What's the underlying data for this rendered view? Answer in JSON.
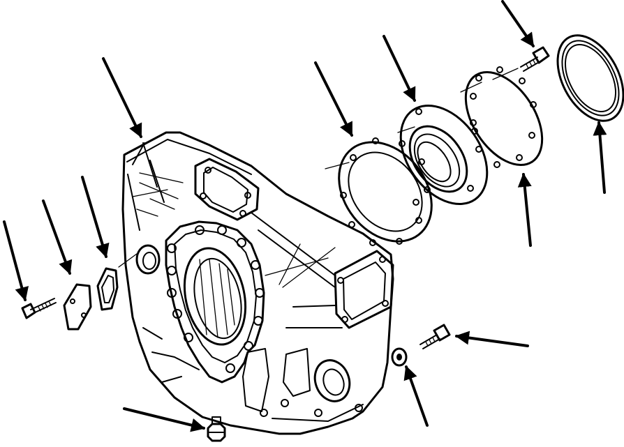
{
  "diagram": {
    "kind": "exploded parts illustration",
    "parts": [
      "flywheel-housing",
      "cap-screw-left",
      "cover-plate",
      "gasket-small",
      "gasket-large",
      "rear-seal-carrier",
      "cap-screw-upper",
      "oil-seal-ring",
      "seal-retainer-plate",
      "cap-screw-lower-right",
      "washer",
      "drain-plug"
    ],
    "callout_arrows": 12,
    "colors": {
      "ink": "#000000",
      "paper": "#ffffff"
    }
  }
}
